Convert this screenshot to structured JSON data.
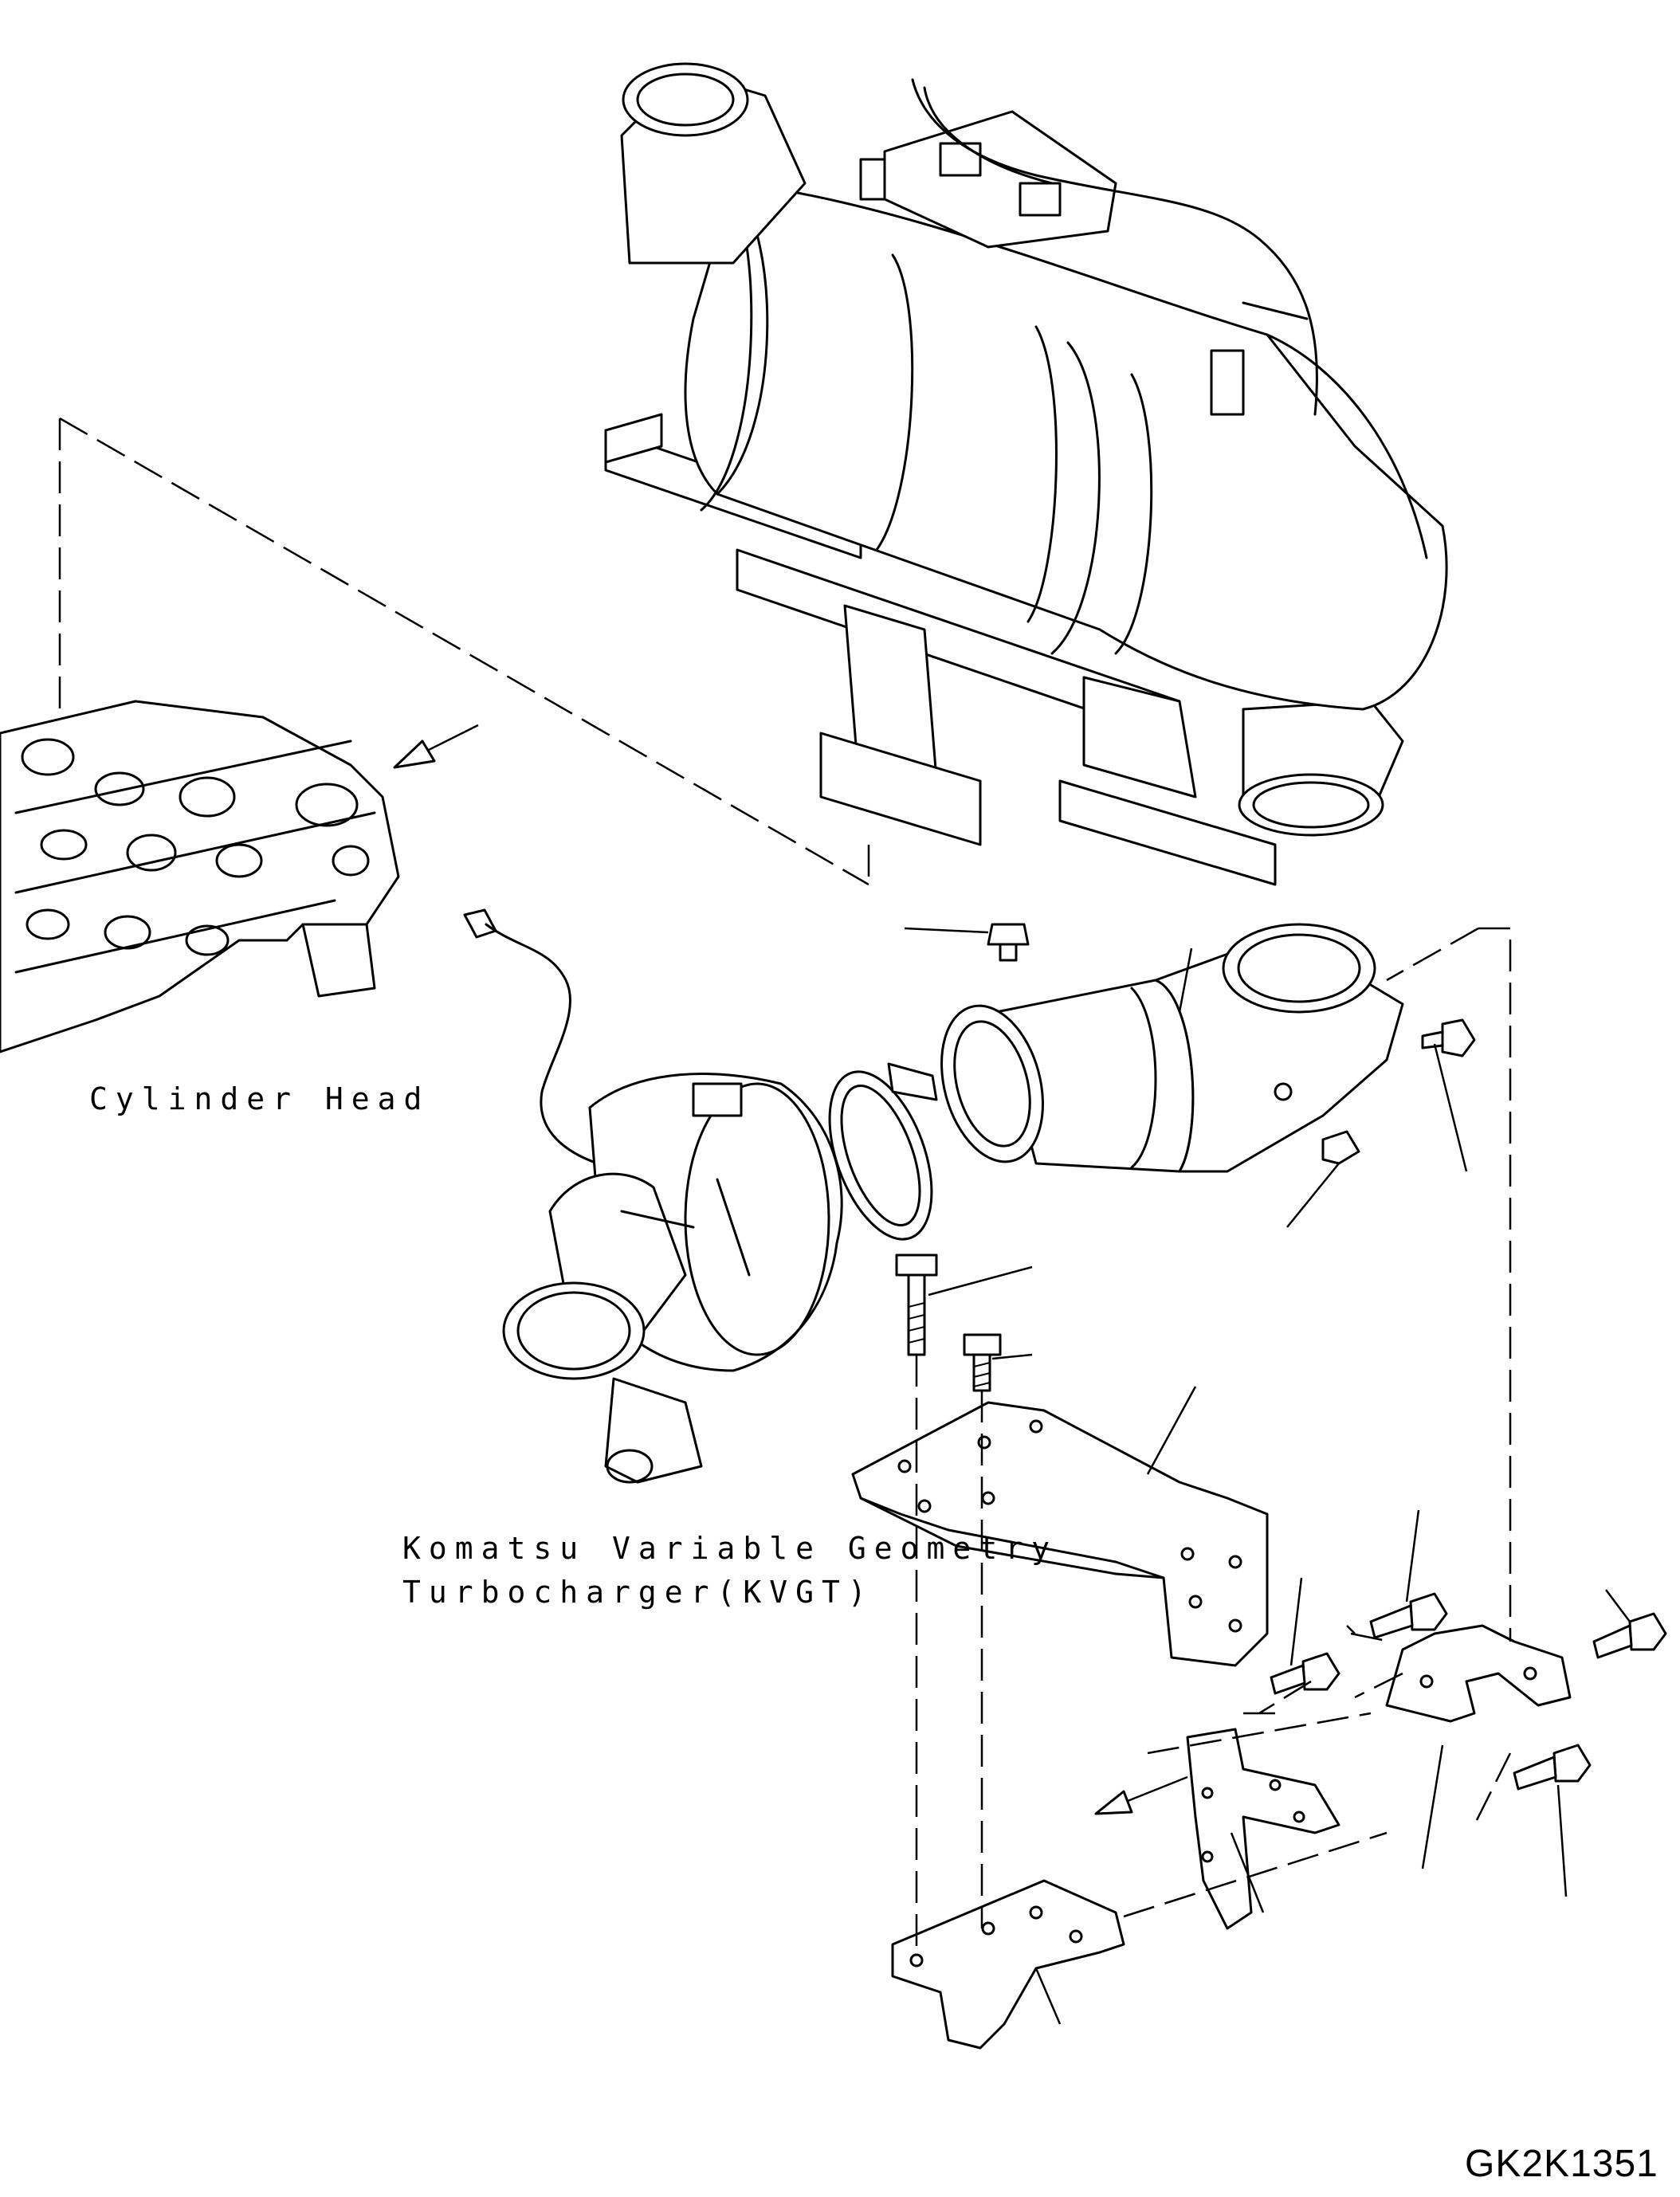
{
  "labels": {
    "cylinder_head": "Cylinder Head",
    "kvgt_line1": "Komatsu Variable Geometry",
    "kvgt_line2": "Turbocharger(KVGT)",
    "drawing_code": "GK2K1351"
  }
}
